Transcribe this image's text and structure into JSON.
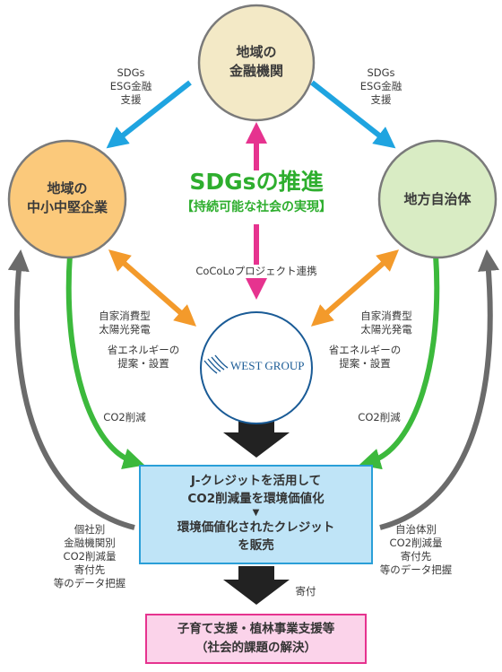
{
  "nodes": {
    "finance": {
      "line1": "地域の",
      "line2": "金融機関",
      "fill": "#f3e9c6"
    },
    "sme": {
      "line1": "地域の",
      "line2": "中小中堅企業",
      "fill": "#fbc97b"
    },
    "gov": {
      "label": "地方自治体",
      "fill": "#d9ecc4"
    },
    "west": {
      "logo_text": "WEST GROUP",
      "logo_color": "#1a5b96"
    }
  },
  "center": {
    "title": "SDGsの推進",
    "subtitle": "【持続可能な社会の実現】",
    "color": "#2eae2e"
  },
  "labels": {
    "left_sdgs": [
      "SDGs",
      "ESG金融",
      "支援"
    ],
    "right_sdgs": [
      "SDGs",
      "ESG金融",
      "支援"
    ],
    "cocolo": "CoCoLoプロジェクト連携",
    "left_solar": [
      "自家消費型",
      "太陽光発電",
      "省エネルギーの",
      "提案・設置"
    ],
    "right_solar": [
      "自家消費型",
      "太陽光発電",
      "省エネルギーの",
      "提案・設置"
    ],
    "left_co2": "CO2削減",
    "right_co2": "CO2削減",
    "left_data": [
      "個社別",
      "金融機関別",
      "CO2削減量",
      "寄付先",
      "等のデータ把握"
    ],
    "right_data": [
      "自治体別",
      "CO2削減量",
      "寄付先",
      "等のデータ把握"
    ],
    "donation": "寄付"
  },
  "jcredit_box": {
    "line1": "J-クレジットを活用して",
    "line2": "CO2削減量を環境価値化",
    "marker": "▼",
    "line3": "環境価値化されたクレジット",
    "line4": "を販売",
    "fill": "#bfe4f7",
    "border": "#2a9fd8"
  },
  "result_box": {
    "line1": "子育て支援・植林事業支援等",
    "line2": "（社会的課題の解決）",
    "fill": "#fbd3ea",
    "border": "#e6338f"
  },
  "colors": {
    "blue_arrow": "#1fa4e0",
    "magenta_arrow": "#e6338f",
    "orange_arrow": "#f39a2b",
    "green_arrow": "#3cb93c",
    "gray_arrow": "#6b6b6b",
    "black_arrow": "#222222"
  }
}
